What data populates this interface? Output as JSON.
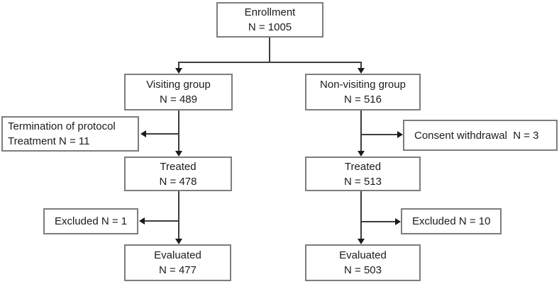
{
  "diagram": {
    "type": "flowchart",
    "description": "Participant enrollment flow diagram",
    "colors": {
      "box_border": "#7d7d7d",
      "connector_line": "#3d3d3d",
      "arrowhead": "#1a1a1a",
      "text": "#1b1b1b",
      "background": "#ffffff"
    },
    "nodes": {
      "enrollment": {
        "line1": "Enrollment",
        "line2": "N = 1005"
      },
      "visiting_group": {
        "line1": "Visiting group",
        "line2": "N = 489"
      },
      "non_visiting_group": {
        "line1": "Non-visiting group",
        "line2": "N = 516"
      },
      "termination": {
        "line1": "Termination of protocol",
        "line2": "Treatment N = 11"
      },
      "consent_withdrawal": {
        "line1": "Consent withdrawal  N = 3"
      },
      "treated_visiting": {
        "line1": "Treated",
        "line2": "N = 478"
      },
      "treated_non_visiting": {
        "line1": "Treated",
        "line2": "N = 513"
      },
      "excluded_visiting": {
        "line1": "Excluded N = 1"
      },
      "excluded_non_visiting": {
        "line1": "Excluded N = 10"
      },
      "evaluated_visiting": {
        "line1": "Evaluated",
        "line2": "N = 477"
      },
      "evaluated_non_visiting": {
        "line1": "Evaluated",
        "line2": "N = 503"
      }
    },
    "edges": [
      "enrollment -> visiting_group",
      "enrollment -> non_visiting_group",
      "visiting_group -> termination",
      "visiting_group -> treated_visiting",
      "non_visiting_group -> consent_withdrawal",
      "non_visiting_group -> treated_non_visiting",
      "treated_visiting -> excluded_visiting",
      "treated_visiting -> evaluated_visiting",
      "treated_non_visiting -> excluded_non_visiting",
      "treated_non_visiting -> evaluated_non_visiting"
    ]
  }
}
